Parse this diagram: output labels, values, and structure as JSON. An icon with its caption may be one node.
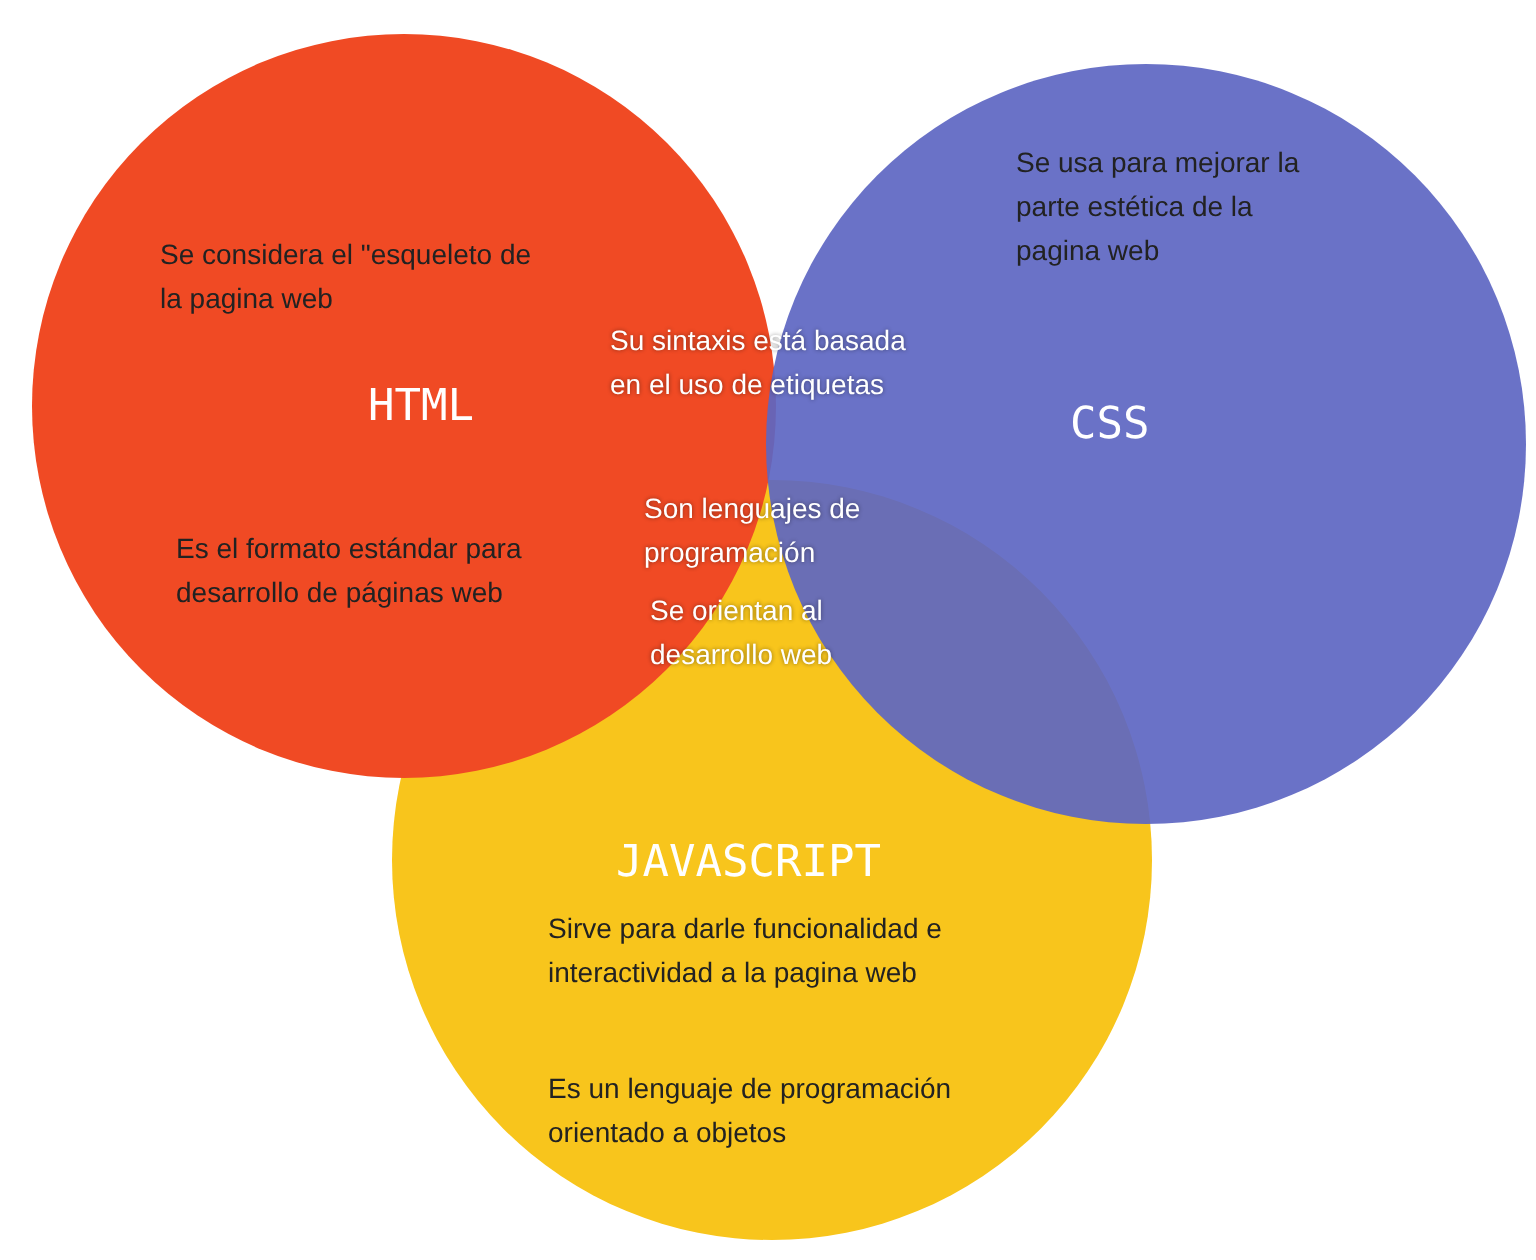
{
  "diagram": {
    "nodes": [
      {
        "text": [
          "Se considera el \"esqueleto de la pagina web",
          "HTML",
          "Es el formato estándar para desarrollo de páginas web"
        ]
      },
      {
        "text": [
          "Se usa para mejorar la parte estética de la pagina web",
          "CSS"
        ]
      },
      {
        "text": [
          "JAVASCRIPT",
          "Sirve para darle funcionalidad e interactividad a la pagina web",
          "Es un lenguaje de programación orientado a objetos"
        ]
      }
    ],
    "edges": [],
    "labels": [
      "Su sintaxis está basada en el uso de etiquetas",
      "Son lenguajes de programación",
      "Se orientan al desarrollo web"
    ]
  }
}
